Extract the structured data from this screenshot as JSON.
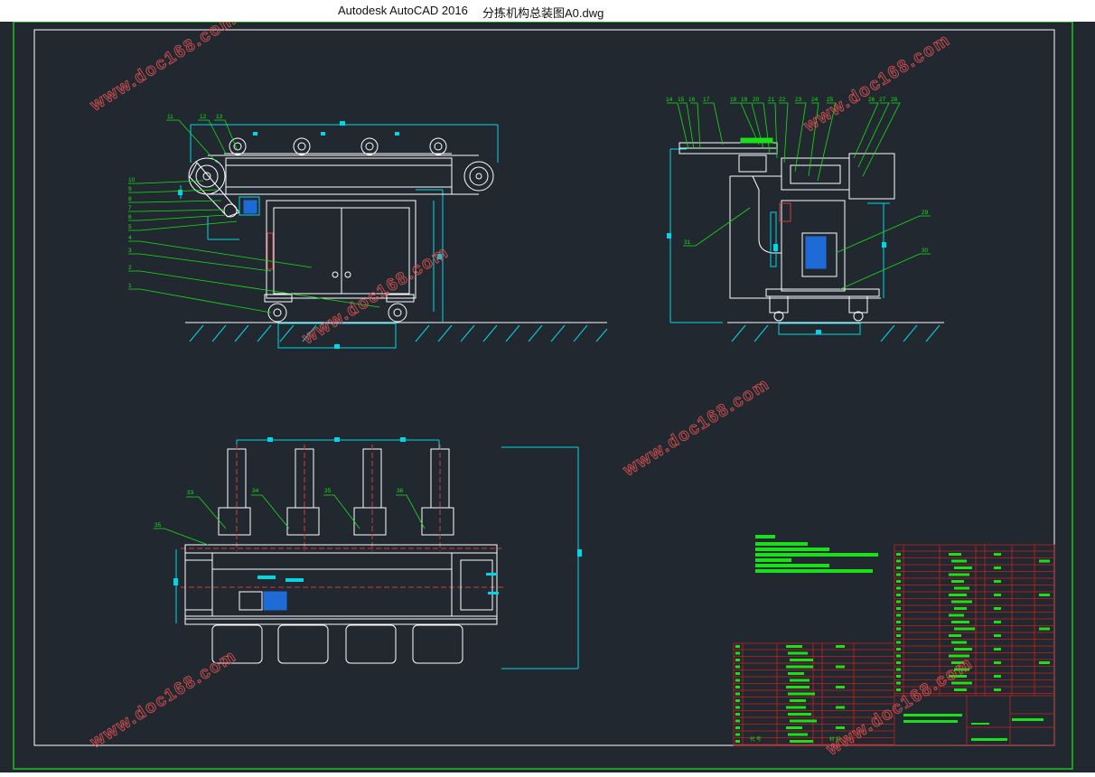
{
  "window": {
    "app_title": "Autodesk AutoCAD 2016",
    "file_name": "分拣机构总装图A0.dwg"
  },
  "watermark": "www.doc168.com",
  "colors": {
    "background": "#212830",
    "frame": "#1fc11f",
    "outline": "#ffffff",
    "dimension": "#00d7e6",
    "leader": "#19e019",
    "table": "#c81e1e",
    "centerline": "#d23c3c",
    "watermark": "#d75050"
  },
  "front_view": {
    "part_numbers": [
      "11",
      "12",
      "13",
      "10",
      "9",
      "8",
      "7",
      "6",
      "5",
      "4",
      "3",
      "2",
      "1"
    ]
  },
  "side_view": {
    "part_numbers_top": [
      "14",
      "15",
      "16",
      "17",
      "18",
      "19",
      "20",
      "21",
      "22",
      "23",
      "24",
      "25",
      "26",
      "27",
      "28"
    ],
    "part_numbers_side": [
      "29",
      "30",
      "31"
    ]
  },
  "top_view": {
    "part_numbers": [
      "33",
      "34",
      "35",
      "36",
      "35"
    ]
  },
  "title_block": {
    "label_code": "代 号",
    "label_material": "材 料"
  }
}
